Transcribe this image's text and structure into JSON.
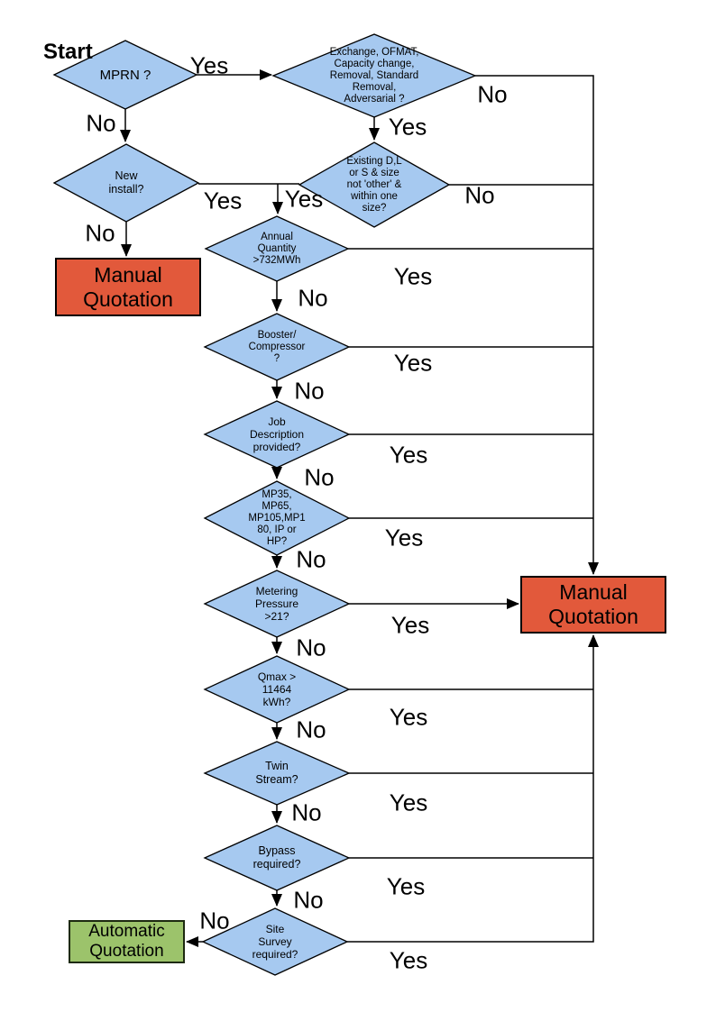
{
  "title": {
    "start_label": "Start"
  },
  "colors": {
    "decision_fill": "#A6C9F0",
    "decision_border": "#000000",
    "manual_quotation_fill": "#E2593B",
    "automatic_quotation_fill": "#9CC36B",
    "connector": "#000000",
    "background": "#FFFFFF"
  },
  "nodes": {
    "mprn": {
      "label": "MPRN ?",
      "type": "decision"
    },
    "exchange": {
      "label": "Exchange, OFMAT,\nCapacity change,\nRemoval, Standard\nRemoval,\nAdversarial ?",
      "type": "decision"
    },
    "new_install": {
      "label": "New\ninstall?",
      "type": "decision"
    },
    "existing": {
      "label": "Existing D,L\nor S & size\nnot 'other' &\nwithin one\nsize?",
      "type": "decision"
    },
    "annual": {
      "label": "Annual\nQuantity\n>732MWh",
      "type": "decision"
    },
    "booster": {
      "label": "Booster/\nCompressor\n?",
      "type": "decision"
    },
    "job_desc": {
      "label": "Job\nDescription\nprovided?",
      "type": "decision"
    },
    "meter_type": {
      "label": "MP35,\nMP65,\nMP105,MP1\n80, IP or\nHP?",
      "type": "decision"
    },
    "metering_pressure": {
      "label": "Metering\nPressure\n>21?",
      "type": "decision"
    },
    "qmax": {
      "label": "Qmax >\n11464\nkWh?",
      "type": "decision"
    },
    "twin_stream": {
      "label": "Twin\nStream?",
      "type": "decision"
    },
    "bypass": {
      "label": "Bypass\nrequired?",
      "type": "decision"
    },
    "site_survey": {
      "label": "Site\nSurvey\nrequired?",
      "type": "decision"
    },
    "manual_left": {
      "label": "Manual\nQuotation",
      "type": "terminator"
    },
    "manual_right": {
      "label": "Manual\nQuotation",
      "type": "terminator"
    },
    "automatic": {
      "label": "Automatic\nQuotation",
      "type": "terminator"
    }
  },
  "edge_labels": {
    "mprn_yes": "Yes",
    "mprn_no": "No",
    "exchange_no": "No",
    "exchange_yes": "Yes",
    "existing_no": "No",
    "existing_yes": "Yes",
    "new_install_yes": "Yes",
    "new_install_no": "No",
    "annual_no": "No",
    "annual_yes": "Yes",
    "booster_no": "No",
    "booster_yes": "Yes",
    "job_desc_no": "No",
    "job_desc_yes": "Yes",
    "meter_type_no": "No",
    "meter_type_yes": "Yes",
    "metering_no": "No",
    "metering_yes": "Yes",
    "qmax_no": "No",
    "qmax_yes": "Yes",
    "twin_no": "No",
    "twin_yes": "Yes",
    "bypass_no": "No",
    "bypass_yes": "Yes",
    "site_survey_no": "No",
    "site_survey_yes": "Yes"
  }
}
